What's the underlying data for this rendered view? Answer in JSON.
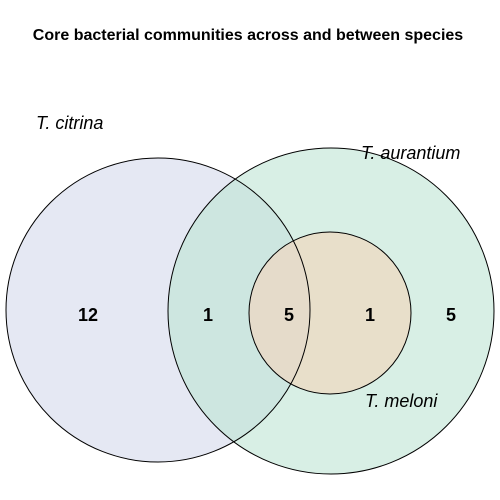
{
  "title": "Core bacterial communities across and between species",
  "sets": [
    {
      "name": "T. citrina",
      "fill": "#e5e8f3"
    },
    {
      "name": "T. aurantium",
      "fill": "#d8efe5"
    },
    {
      "name": "T. meloni",
      "fill": "#e8dfca"
    }
  ],
  "overlap_fills": {
    "citrina_aurantium": "#cde6e0",
    "citrina_aurantium_meloni": "#e5dbca"
  },
  "regions": [
    {
      "key": "citrina_only",
      "count": "12"
    },
    {
      "key": "citrina_aurantium",
      "count": "1"
    },
    {
      "key": "citrina_aurantium_meloni",
      "count": "5"
    },
    {
      "key": "aurantium_meloni",
      "count": "1"
    },
    {
      "key": "aurantium_only",
      "count": "5"
    }
  ]
}
